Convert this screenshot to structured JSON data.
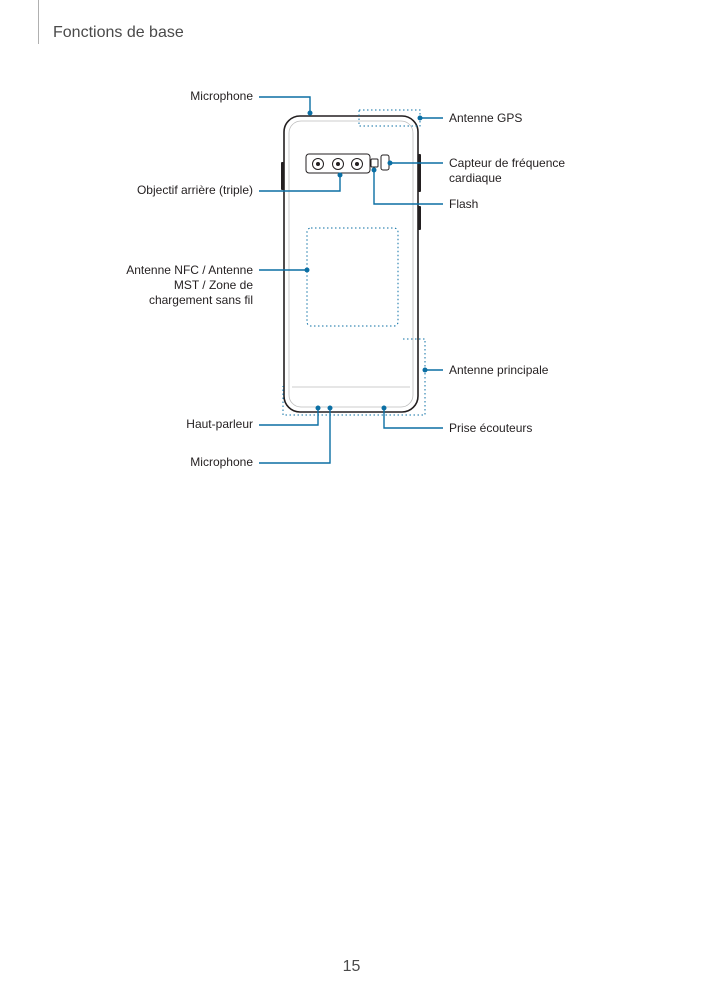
{
  "header": {
    "title": "Fonctions de base"
  },
  "labels": {
    "microphone_top": "Microphone",
    "gps_antenna": "Antenne GPS",
    "heart_rate_line1": "Capteur de fréquence",
    "heart_rate_line2": "cardiaque",
    "rear_camera": "Objectif arrière (triple)",
    "flash": "Flash",
    "nfc_line1": "Antenne NFC / Antenne",
    "nfc_line2": "MST / Zone de",
    "nfc_line3": "chargement sans fil",
    "main_antenna": "Antenne principale",
    "speaker": "Haut-parleur",
    "earphone_jack": "Prise écouteurs",
    "microphone_bottom": "Microphone"
  },
  "footer": {
    "page_number": "15"
  },
  "colors": {
    "accent": "#0b6fa4",
    "text": "#231f20",
    "outline": "#231f20"
  }
}
